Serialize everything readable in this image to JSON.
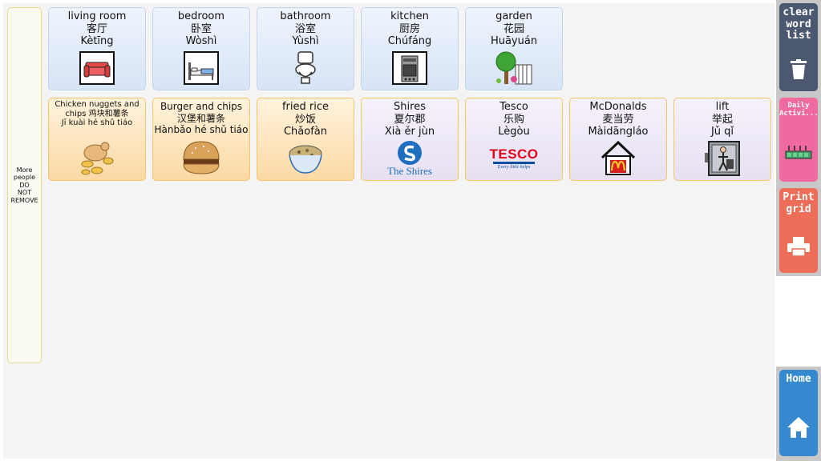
{
  "side_tab": {
    "label": "More\npeople\nDO\nNOT\nREMOVE"
  },
  "places": [
    {
      "label": "living room\n客厅\nKètīng",
      "icon": "sofa-icon"
    },
    {
      "label": "bedroom\n卧室\nWòshì",
      "icon": "bed-icon"
    },
    {
      "label": "bathroom\n浴室\nYùshì",
      "icon": "toilet-icon"
    },
    {
      "label": "kitchen\n厨房\nChúfáng",
      "icon": "cooker-icon"
    },
    {
      "label": "garden\n花园\nHuāyuán",
      "icon": "tree-icon"
    }
  ],
  "row2": [
    {
      "label": "Chicken nuggets and chips 鸡块和薯条\nJī kuài hé shǔ tiáo",
      "icon": "chicken-nuggets-icon"
    },
    {
      "label": "Burger and chips\n汉堡和薯条\nHànbǎo hé shǔ tiáo",
      "icon": "burger-icon"
    },
    {
      "label": "fried rice\n炒饭\nChǎofàn",
      "icon": "rice-bowl-icon"
    },
    {
      "label": "Shires\n夏尔郡\nXià ěr jùn",
      "icon": "shires-logo",
      "logo_text": "The Shires"
    },
    {
      "label": "Tesco\n乐购\nLègòu",
      "icon": "tesco-logo",
      "logo_text": "TESCO",
      "logo_sub": "Every little helps"
    },
    {
      "label": "McDonalds\n麦当劳\nMàidāngláo",
      "icon": "mcdonalds-icon"
    },
    {
      "label": "lift\n举起\nJǔ qǐ",
      "icon": "lift-icon"
    }
  ],
  "right_buttons": {
    "clear": {
      "label": "clear\nword\nlist",
      "icon": "trash-icon"
    },
    "daily": {
      "label": "Daily\nActivi...",
      "icon": "activities-icon"
    },
    "print": {
      "label": "Print\ngrid",
      "icon": "printer-icon"
    },
    "home": {
      "label": "Home",
      "icon": "home-icon"
    }
  },
  "colors": {
    "place_cell": "#dde8f7",
    "food_cell": "#fcdcac",
    "shop_cell": "#e8e2f3",
    "clear_button": "#4b5870",
    "daily_button": "#f06a9f",
    "print_button": "#ee6d58",
    "home_button": "#3489cf"
  }
}
